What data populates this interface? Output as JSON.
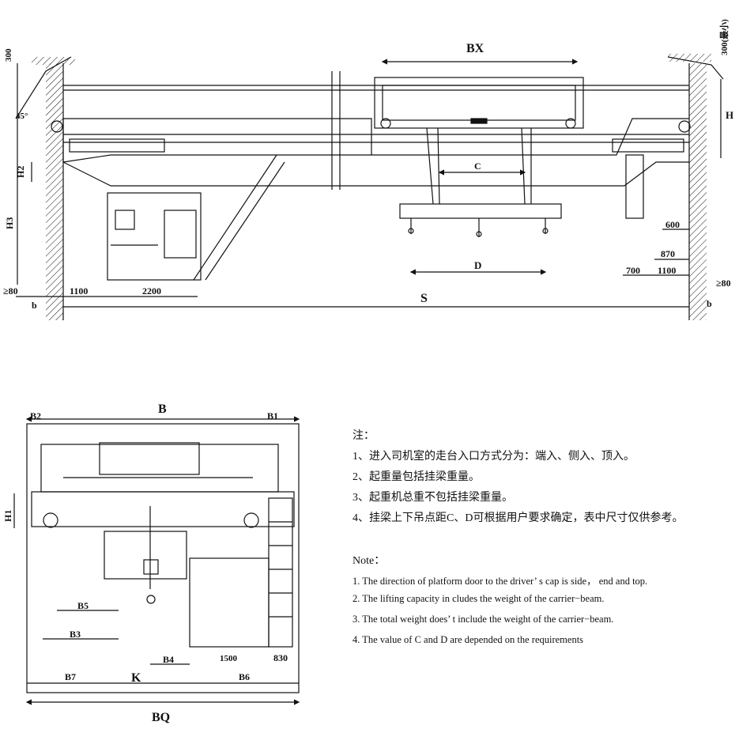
{
  "top_view": {
    "labels": {
      "bx": "BX",
      "s": "S",
      "c": "C",
      "d": "D",
      "h": "H",
      "h2": "H2",
      "h3": "H3",
      "dim_300_left": "300",
      "dim_300_right": "300(最小)",
      "angle": "45°",
      "min80_left": "≥80",
      "min80_right": "≥80",
      "b_left": "b",
      "b_right": "b",
      "dim_1100_left": "1100",
      "dim_2200": "2200",
      "dim_600": "600",
      "dim_870": "870",
      "dim_700": "700",
      "dim_1100_right": "1100"
    }
  },
  "side_view": {
    "labels": {
      "b": "B",
      "b1": "B1",
      "b2": "B2",
      "h1": "H1",
      "b3": "B3",
      "b4": "B4",
      "b5": "B5",
      "b6": "B6",
      "b7": "B7",
      "k": "K",
      "bq": "BQ",
      "dim_1500": "1500",
      "dim_830": "830"
    }
  },
  "notes": {
    "cn_title": "注：",
    "cn_items": [
      "1、进入司机室的走台入口方式分为：端入、侧入、顶入。",
      "2、起重量包括挂梁重量。",
      "3、起重机总重不包括挂梁重量。",
      "4、挂梁上下吊点距C、D可根据用户要求确定，表中尺寸仅供参考。"
    ],
    "en_title": "Note：",
    "en_items": [
      "1.  The direction of platform door to the driver’ s cap is side， end and top.",
      "2.  The lifting capacity in cludes the weight of the carrier−beam.",
      "3.  The total weight does’ t include the weight of the carrier−beam.",
      "4.  The value of C and D are depended on the requirements"
    ]
  }
}
